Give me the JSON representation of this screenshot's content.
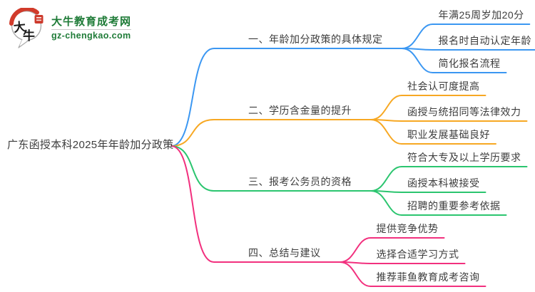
{
  "logo": {
    "title": "大牛教育成考网",
    "domain": "gz-chengkao.com",
    "mark_top": "大",
    "mark_bottom": "牛",
    "brand_green": "#1e7b37",
    "brand_red": "#d13b2b"
  },
  "root": {
    "label": "广东函授本科2025年年龄加分政策"
  },
  "palette": {
    "text": "#3d3d3d",
    "background": "#ffffff"
  },
  "branches": [
    {
      "label": "一、年龄加分政策的具体规定",
      "color": "#3b97f2",
      "children": [
        "年满25周岁加20分",
        "报名时自动认定年龄",
        "简化报名流程"
      ]
    },
    {
      "label": "二、学历含金量的提升",
      "color": "#f7a823",
      "children": [
        "社会认可度提高",
        "函授与统招同等法律效力",
        "职业发展基础良好"
      ]
    },
    {
      "label": "三、报考公务员的资格",
      "color": "#2bc56f",
      "children": [
        "符合大专及以上学历要求",
        "函授本科被接受",
        "招聘的重要参考依据"
      ]
    },
    {
      "label": "四、总结与建议",
      "color": "#f2307e",
      "children": [
        "提供竞争优势",
        "选择合适学习方式",
        "推荐菲鱼教育成考咨询"
      ]
    }
  ]
}
